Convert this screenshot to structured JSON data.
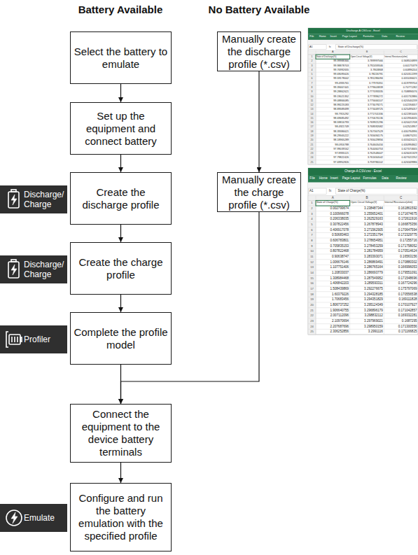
{
  "diagram": {
    "nodes": [
      {
        "text": [
          "Select the battery to emulate"
        ]
      },
      {
        "text": [
          "Manually create the discharge profile (*.csv)"
        ]
      },
      {
        "text": [
          "Set up the equipment and connect battery"
        ]
      },
      {
        "text": [
          "Discharge/ Charge"
        ]
      },
      {
        "text": [
          "Create the discharge profile"
        ]
      },
      {
        "text": [
          "Manually create the charge profile (*.csv)"
        ]
      },
      {
        "text": [
          "Discharge/ Charge"
        ]
      },
      {
        "text": [
          "Create the charge profile"
        ]
      },
      {
        "text": [
          "Profiler"
        ]
      },
      {
        "text": [
          "Complete the profile model"
        ]
      },
      {
        "text": [
          "Connect the equipment to the device battery terminals"
        ]
      },
      {
        "text": [
          "Emulate"
        ]
      },
      {
        "text": [
          "Configure and run the battery emulation with the specified profile"
        ]
      }
    ],
    "edges": [
      {
        "from": 0,
        "to": 2,
        "arrow": "to"
      },
      {
        "from": 2,
        "to": 4,
        "arrow": "to"
      },
      {
        "from": 4,
        "to": 7,
        "arrow": "to"
      },
      {
        "from": 7,
        "to": 9,
        "arrow": "to"
      },
      {
        "from": 9,
        "to": 10,
        "arrow": "to"
      },
      {
        "from": 10,
        "to": 12,
        "arrow": "to"
      },
      {
        "from": 1,
        "to": 5,
        "arrow": "to"
      },
      {
        "from": 5,
        "to": 10,
        "arrow": "to"
      }
    ],
    "labels": [
      "Battery Available",
      "No Battery Available",
      "Discharge-A CSV.csv - Excel",
      "File",
      "Home",
      "Insert",
      "Page Layout",
      "Formulas",
      "Data",
      "Review",
      "A1",
      "fx",
      "State of Discharge(%)",
      "A",
      "B",
      "C",
      "1",
      "2",
      "3",
      "4",
      "5",
      "6",
      "7",
      "8",
      "9",
      "10",
      "11",
      "12",
      "13",
      "14",
      "15",
      "16",
      "17",
      "18",
      "19",
      "20",
      "21",
      "22",
      "23",
      "24",
      "25",
      "State of Discharge(%)",
      "Open Circuit Voltage(V)",
      "Internal Resistance(ohm)",
      "99.99988366",
      "3.789997566",
      "0.568516899",
      "99.98878703",
      "3.792459346",
      "0.60175379",
      "99.76992655",
      "3.7803868",
      "0.60896204",
      "99.69095626",
      "3.78226791",
      "0.620312299",
      "99.59178002",
      "3.781286094",
      "0.631036621",
      "99.4935761",
      "3.77976351",
      "0.619799704",
      "99.39467441",
      "3.779603839",
      "0.70771282",
      "99.28862621",
      "3.777093335",
      "0.708896576",
      "99.19021352",
      "3.777896272",
      "0.631732886",
      "99.08866085",
      "3.775666107",
      "0.620540239",
      "98.99225183",
      "3.773079271",
      "0.62194657",
      "98.89589499",
      "3.773449725",
      "0.625495057",
      "98.7915292",
      "3.771701336",
      "0.622391005",
      "98.69685492",
      "3.770676136",
      "0.622934635",
      "98.59816793",
      "3.769921296",
      "0.620021708",
      "98.4921749",
      "3.768592682",
      "0.62524957",
      "98.39386621",
      "3.767367529",
      "0.630794996",
      "98.29565222",
      "3.765694175",
      "0.68675231",
      "98.18965289",
      "3.765029856",
      "0.633426121",
      "98.0916788",
      "3.764605434",
      "0.630994842",
      "97.99039162",
      "3.764460753",
      "0.627074665",
      "97.8935121",
      "3.762548447",
      "0.626031329",
      "97.79822426",
      "3.761650542",
      "0.627022252",
      "97.69952826",
      "3.759786102",
      "0.626349986",
      "Charge-A CSV.csv - Excel",
      "File",
      "Home",
      "Insert",
      "Page Layout",
      "Formulas",
      "Data",
      "Review",
      "A1",
      "fx",
      "State of Charge(%)",
      "A",
      "B",
      "C",
      "1",
      "2",
      "3",
      "4",
      "5",
      "6",
      "7",
      "8",
      "9",
      "10",
      "11",
      "12",
      "13",
      "14",
      "15",
      "16",
      "17",
      "18",
      "19",
      "20",
      "21",
      "22",
      "23",
      "24",
      "25",
      "State of Charge(%)",
      "Open Circuit Voltage(V)",
      "Internal Resistance(ohm)",
      "0.002799674",
      "3.238487344",
      "0.161861592",
      "0.100966078",
      "3.255652401",
      "0.171674675",
      "0.206338035",
      "3.262529163",
      "0.172611916",
      "0.307822456",
      "3.267878943",
      "0.166875356",
      "0.406917078",
      "3.271562905",
      "0.170647594",
      "0.50683463",
      "3.272351794",
      "0.172329775",
      "0.606783801",
      "3.278654951",
      "0.17255716",
      "0.705835153",
      "3.278453259",
      "0.171758052",
      "0.807822468",
      "3.281784959",
      "0.170514624",
      "0.90638747",
      "3.283393071",
      "0.16563156",
      "1.006676146",
      "3.286869491",
      "0.170880302",
      "1.107751406",
      "3.286765164",
      "0.166996053",
      "1.20833037",
      "3.286693779",
      "0.179551091",
      "1.308984468",
      "3.287549952",
      "0.171548696",
      "1.406842203",
      "3.289593311",
      "0.167724296",
      "1.508439869",
      "3.292276675",
      "0.175797069",
      "1.60379226",
      "3.294328185",
      "0.170556538",
      "1.70683456",
      "3.294351829",
      "0.169111828",
      "1.806737252",
      "3.295124349",
      "0.170107927",
      "1.906640755",
      "3.296896179",
      "0.171042857",
      "2.007112096",
      "3.298832112",
      "0.169332281",
      "2.10970694",
      "3.297969021",
      "0.1687295",
      "2.207687696",
      "3.298950159",
      "0.171300556",
      "2.306252856",
      "3.2991116",
      "0.171166825"
    ]
  }
}
